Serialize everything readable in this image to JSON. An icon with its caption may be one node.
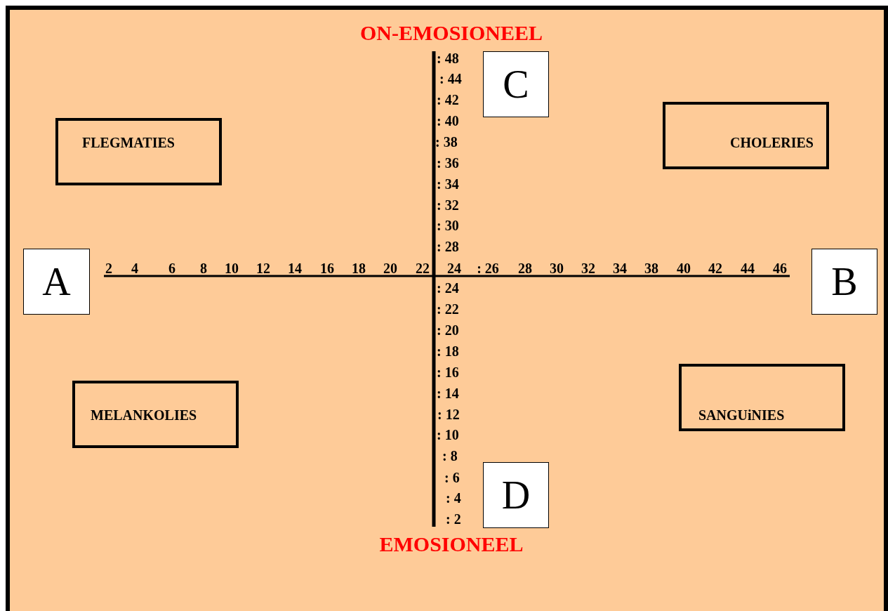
{
  "diagram": {
    "nodes": [
      {
        "text": [
          "C"
        ]
      },
      {
        "text": [
          "FLEGMATIES"
        ]
      },
      {
        "text": [
          "CHOLERIES"
        ]
      },
      {
        "text": [
          "A"
        ]
      },
      {
        "text": [
          "B"
        ]
      },
      {
        "text": [
          "MELANKOLIES"
        ]
      },
      {
        "text": [
          "SANGUiNIES"
        ]
      },
      {
        "text": [
          "D"
        ]
      }
    ],
    "edges": [],
    "labels": [
      "ON-EMOSIONEEL",
      ": 48",
      ": 44",
      ": 42",
      ": 40",
      ": 38",
      ": 36",
      ": 34",
      ": 32",
      ": 30",
      ": 28",
      "2",
      "4",
      "6",
      "8",
      "10",
      "12",
      "14",
      "16",
      "18",
      "20",
      "22",
      "24",
      ": 26",
      "28",
      "30",
      "32",
      "34",
      "38",
      "40",
      "42",
      "44",
      "46",
      ": 24",
      ": 22",
      ": 20",
      ": 18",
      ": 16",
      ": 14",
      ": 12",
      ": 10",
      ": 8",
      ": 6",
      ": 4",
      ": 2",
      "EMOSIONEEL"
    ]
  }
}
